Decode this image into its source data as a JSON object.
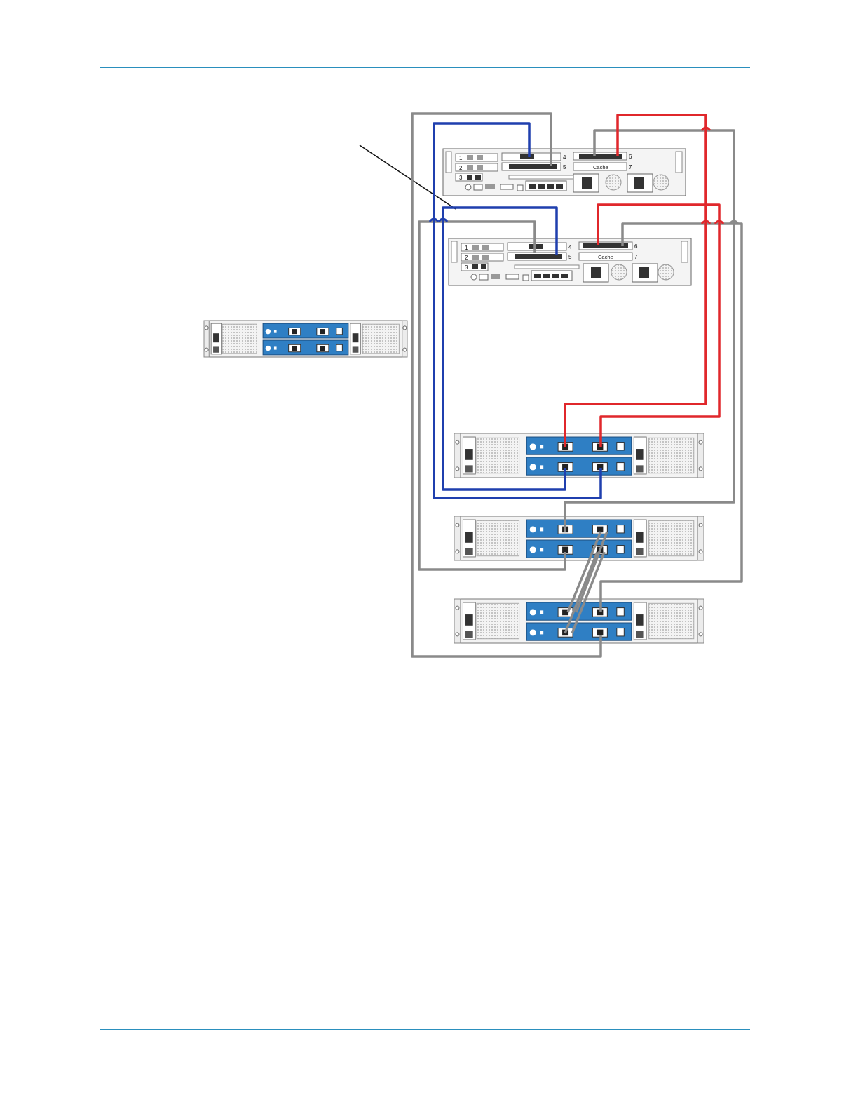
{
  "colors": {
    "rule": "#2a8fbd",
    "cable_gray": "#8a8a8a",
    "cable_blue": "#1f3fae",
    "cable_red": "#e0272b",
    "module_blue": "#2f7fc4",
    "chassis": "#f2f2f2"
  },
  "controllers": {
    "top": {
      "slot_numbers": [
        "1",
        "2",
        "3",
        "4",
        "5",
        "6",
        "7"
      ],
      "cache_label": "Cache"
    },
    "bottom": {
      "slot_numbers": [
        "1",
        "2",
        "3",
        "4",
        "5",
        "6",
        "7"
      ],
      "cache_label": "Cache"
    }
  },
  "icons": {
    "callout": "callout-leader-line",
    "shelf": "disk-shelf-icon",
    "controller": "storage-controller-icon",
    "cable": "sas-cable-icon"
  }
}
